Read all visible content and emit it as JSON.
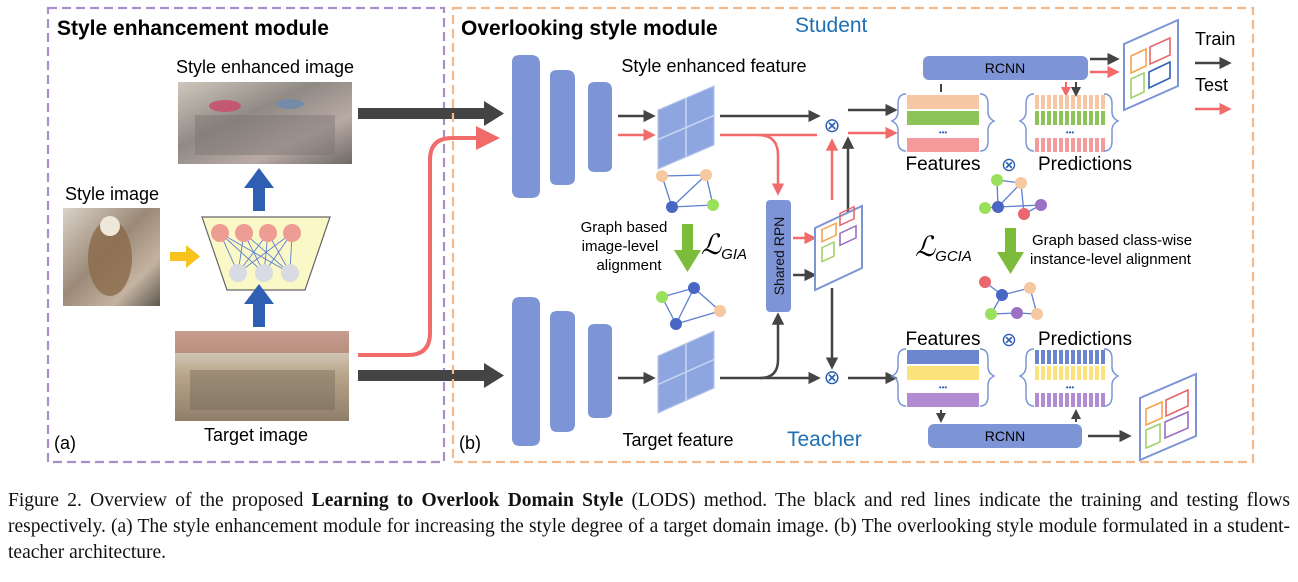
{
  "panel_a": {
    "title": "Style enhancement module",
    "tag": "(a)",
    "style_enhanced_image": "Style enhanced image",
    "style_image": "Style image",
    "target_image": "Target image"
  },
  "panel_b": {
    "title": "Overlooking style module",
    "tag": "(b)",
    "student": "Student",
    "teacher": "Teacher",
    "style_enhanced_feature": "Style enhanced feature",
    "target_feature": "Target feature",
    "gia_label_line1": "Graph based",
    "gia_label_line2": "image-level",
    "gia_label_line3": "alignment",
    "gia_symbol_main": "ℒ",
    "gia_symbol_sub": "GIA",
    "gcia_symbol_main": "ℒ",
    "gcia_symbol_sub": "GCIA",
    "gcia_label_line1": "Graph based class-wise",
    "gcia_label_line2": "instance-level alignment",
    "shared_rpn": "Shared RPN",
    "rcnn_top": "RCNN",
    "rcnn_bottom": "RCNN",
    "features_top": "Features",
    "predictions_top": "Predictions",
    "features_bottom": "Features",
    "predictions_bottom": "Predictions",
    "otimes": "⊗",
    "dots": "•••",
    "legend_train": "Train",
    "legend_test": "Test"
  },
  "colors": {
    "train_arrow": "#444444",
    "test_arrow": "#f26b6b",
    "panel_a_border": "#a88fc9",
    "panel_b_border": "#f2b98d",
    "encoder_blue": "#7d95d6",
    "student_label": "#1f6fb5",
    "teacher_label": "#1f6fb5",
    "green_arrow": "#7dbb3a",
    "yellow_arrow": "#f8c21d"
  },
  "caption": {
    "prefix": "Figure 2. Overview of the proposed ",
    "bold": "Learning to Overlook Domain Style",
    "suffix": " (LODS) method. The black and red lines indicate the training and testing flows respectively.  (a) The style enhancement module for increasing the style degree of a target domain image.  (b) The overlooking style module formulated in a student-teacher architecture."
  }
}
